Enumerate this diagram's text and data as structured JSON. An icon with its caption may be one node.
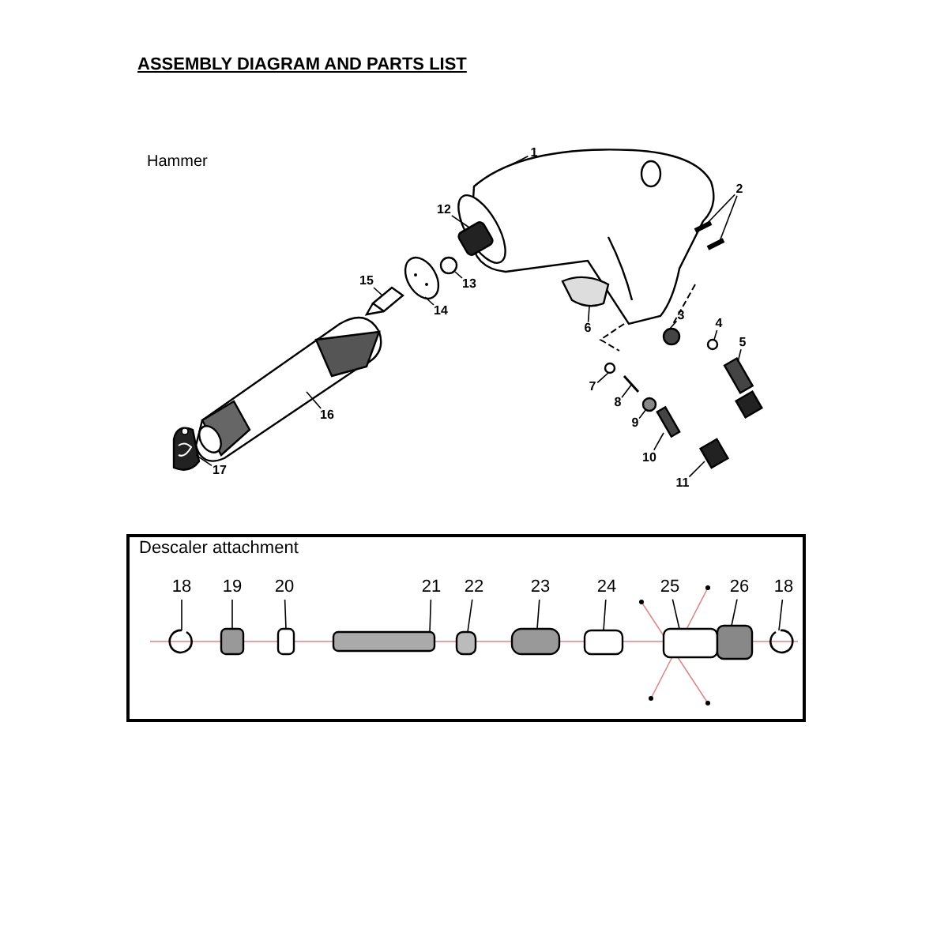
{
  "diagram": {
    "title": "ASSEMBLY DIAGRAM AND PARTS LIST",
    "nodes": [
      {
        "text": [
          "1"
        ]
      },
      {
        "text": [
          "2"
        ]
      },
      {
        "text": [
          "3"
        ]
      },
      {
        "text": [
          "4"
        ]
      },
      {
        "text": [
          "5"
        ]
      },
      {
        "text": [
          "6"
        ]
      },
      {
        "text": [
          "7"
        ]
      },
      {
        "text": [
          "8"
        ]
      },
      {
        "text": [
          "9"
        ]
      },
      {
        "text": [
          "10"
        ]
      },
      {
        "text": [
          "11"
        ]
      },
      {
        "text": [
          "12"
        ]
      },
      {
        "text": [
          "13"
        ]
      },
      {
        "text": [
          "14"
        ]
      },
      {
        "text": [
          "15"
        ]
      },
      {
        "text": [
          "16"
        ]
      },
      {
        "text": [
          "17"
        ]
      },
      {
        "text": [
          "Descaler attachment"
        ]
      },
      {
        "text": [
          "18"
        ],
        "in": 17
      },
      {
        "text": [
          "19"
        ],
        "in": 17
      },
      {
        "text": [
          "20"
        ],
        "in": 17
      },
      {
        "text": [
          "21"
        ],
        "in": 17
      },
      {
        "text": [
          "22"
        ],
        "in": 17
      },
      {
        "text": [
          "23"
        ],
        "in": 17
      },
      {
        "text": [
          "24"
        ],
        "in": 17
      },
      {
        "text": [
          "25"
        ],
        "in": 17
      },
      {
        "text": [
          "26"
        ],
        "in": 17
      },
      {
        "text": [
          "18"
        ],
        "in": 17
      },
      {
        "text": [],
        "shape": "picture"
      },
      {
        "text": [],
        "shape": "picture"
      },
      {
        "text": [],
        "shape": "picture"
      },
      {
        "text": [],
        "shape": "circle"
      },
      {
        "text": [],
        "shape": "circle"
      },
      {
        "text": [],
        "shape": "picture"
      },
      {
        "text": [],
        "shape": "picture"
      },
      {
        "text": [],
        "shape": "circle"
      },
      {
        "text": [],
        "shape": "picture"
      },
      {
        "text": [],
        "shape": "circle"
      },
      {
        "text": [],
        "shape": "box"
      },
      {
        "text": [],
        "shape": "box"
      },
      {
        "text": [],
        "shape": "box"
      },
      {
        "text": [],
        "shape": "circle"
      },
      {
        "text": [],
        "shape": "picture"
      },
      {
        "text": [],
        "shape": "picture"
      },
      {
        "text": [],
        "shape": "picture"
      },
      {
        "text": [],
        "shape": "picture"
      },
      {
        "text": [],
        "shape": "picture",
        "in": 17
      },
      {
        "text": [],
        "shape": "box",
        "in": 17
      },
      {
        "text": [],
        "shape": "box",
        "in": 17
      },
      {
        "text": [],
        "shape": "box",
        "in": 17
      },
      {
        "text": [],
        "shape": "box",
        "in": 17
      },
      {
        "text": [],
        "shape": "box",
        "in": 17
      },
      {
        "text": [],
        "shape": "box",
        "in": 17
      },
      {
        "text": [],
        "shape": "picture",
        "in": 17
      },
      {
        "text": [],
        "shape": "box",
        "in": 17
      },
      {
        "text": [],
        "shape": "picture",
        "in": 17
      }
    ],
    "edges": [
      {
        "from": 0,
        "to": 28,
        "arrow": "none"
      },
      {
        "from": 1,
        "to": 29,
        "arrow": "none"
      },
      {
        "from": 1,
        "to": 30,
        "arrow": "none"
      },
      {
        "from": 2,
        "to": 31,
        "arrow": "none"
      },
      {
        "from": 3,
        "to": 32,
        "arrow": "none"
      },
      {
        "from": 4,
        "to": 33,
        "arrow": "none"
      },
      {
        "from": 5,
        "to": 34,
        "arrow": "none"
      },
      {
        "from": 6,
        "to": 35,
        "arrow": "none"
      },
      {
        "from": 7,
        "to": 36,
        "arrow": "none"
      },
      {
        "from": 8,
        "to": 37,
        "arrow": "none"
      },
      {
        "from": 9,
        "to": 38,
        "arrow": "none"
      },
      {
        "from": 10,
        "to": 39,
        "arrow": "none"
      },
      {
        "from": 11,
        "to": 40,
        "arrow": "none"
      },
      {
        "from": 12,
        "to": 41,
        "arrow": "none"
      },
      {
        "from": 13,
        "to": 42,
        "arrow": "none"
      },
      {
        "from": 14,
        "to": 43,
        "arrow": "none"
      },
      {
        "from": 15,
        "to": 44,
        "arrow": "none"
      },
      {
        "from": 16,
        "to": 45,
        "arrow": "none"
      },
      {
        "from": 18,
        "to": 46,
        "arrow": "none"
      },
      {
        "from": 19,
        "to": 47,
        "arrow": "none"
      },
      {
        "from": 20,
        "to": 48,
        "arrow": "none"
      },
      {
        "from": 21,
        "to": 49,
        "arrow": "none"
      },
      {
        "from": 22,
        "to": 50,
        "arrow": "none"
      },
      {
        "from": 23,
        "to": 51,
        "arrow": "none"
      },
      {
        "from": 24,
        "to": 52,
        "arrow": "none"
      },
      {
        "from": 25,
        "to": 53,
        "arrow": "none"
      },
      {
        "from": 26,
        "to": 54,
        "arrow": "none"
      },
      {
        "from": 27,
        "to": 55,
        "arrow": "none"
      }
    ],
    "labels": [
      "Hammer"
    ]
  }
}
